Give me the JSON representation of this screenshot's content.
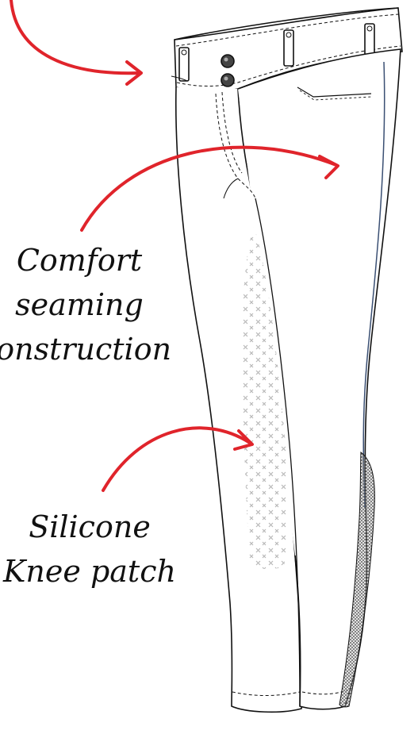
{
  "callouts": {
    "comfort": {
      "line1": "Comfort",
      "line2": "seaming",
      "line3": "construction"
    },
    "silicone": {
      "line1": "Silicone",
      "line2": "Knee patch"
    }
  },
  "colors": {
    "arrow": "#e0242b",
    "outline": "#111111",
    "seam_blue": "#3a4f73",
    "knee_dots": "#b8b8b8",
    "side_patch": "#6f6f6f",
    "button": "#444444"
  },
  "icons": {
    "button_top": "button-icon",
    "button_bottom": "button-icon"
  }
}
